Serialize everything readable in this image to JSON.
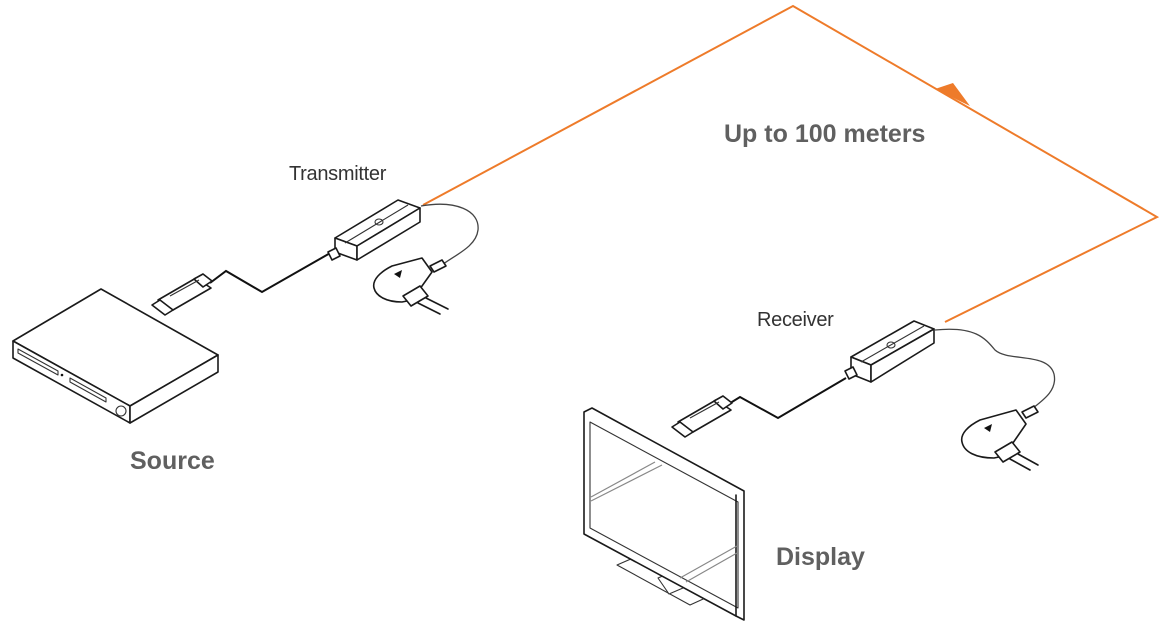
{
  "labels": {
    "transmitter": "Transmitter",
    "receiver": "Receiver",
    "source": "Source",
    "display": "Display",
    "distance": "Up to 100 meters"
  },
  "colors": {
    "link": "#ee7b2a",
    "label_bold": "#606060",
    "label_small": "#333333"
  },
  "nodes": [
    {
      "id": "source",
      "kind": "media-player"
    },
    {
      "id": "transmitter",
      "kind": "extender-tx"
    },
    {
      "id": "receiver",
      "kind": "extender-rx"
    },
    {
      "id": "display",
      "kind": "monitor"
    }
  ],
  "edges": [
    {
      "from": "source",
      "to": "transmitter",
      "type": "hdmi-cable"
    },
    {
      "from": "transmitter",
      "to": "receiver",
      "type": "network-cable",
      "label": "Up to 100 meters"
    },
    {
      "from": "receiver",
      "to": "display",
      "type": "hdmi-cable"
    }
  ]
}
